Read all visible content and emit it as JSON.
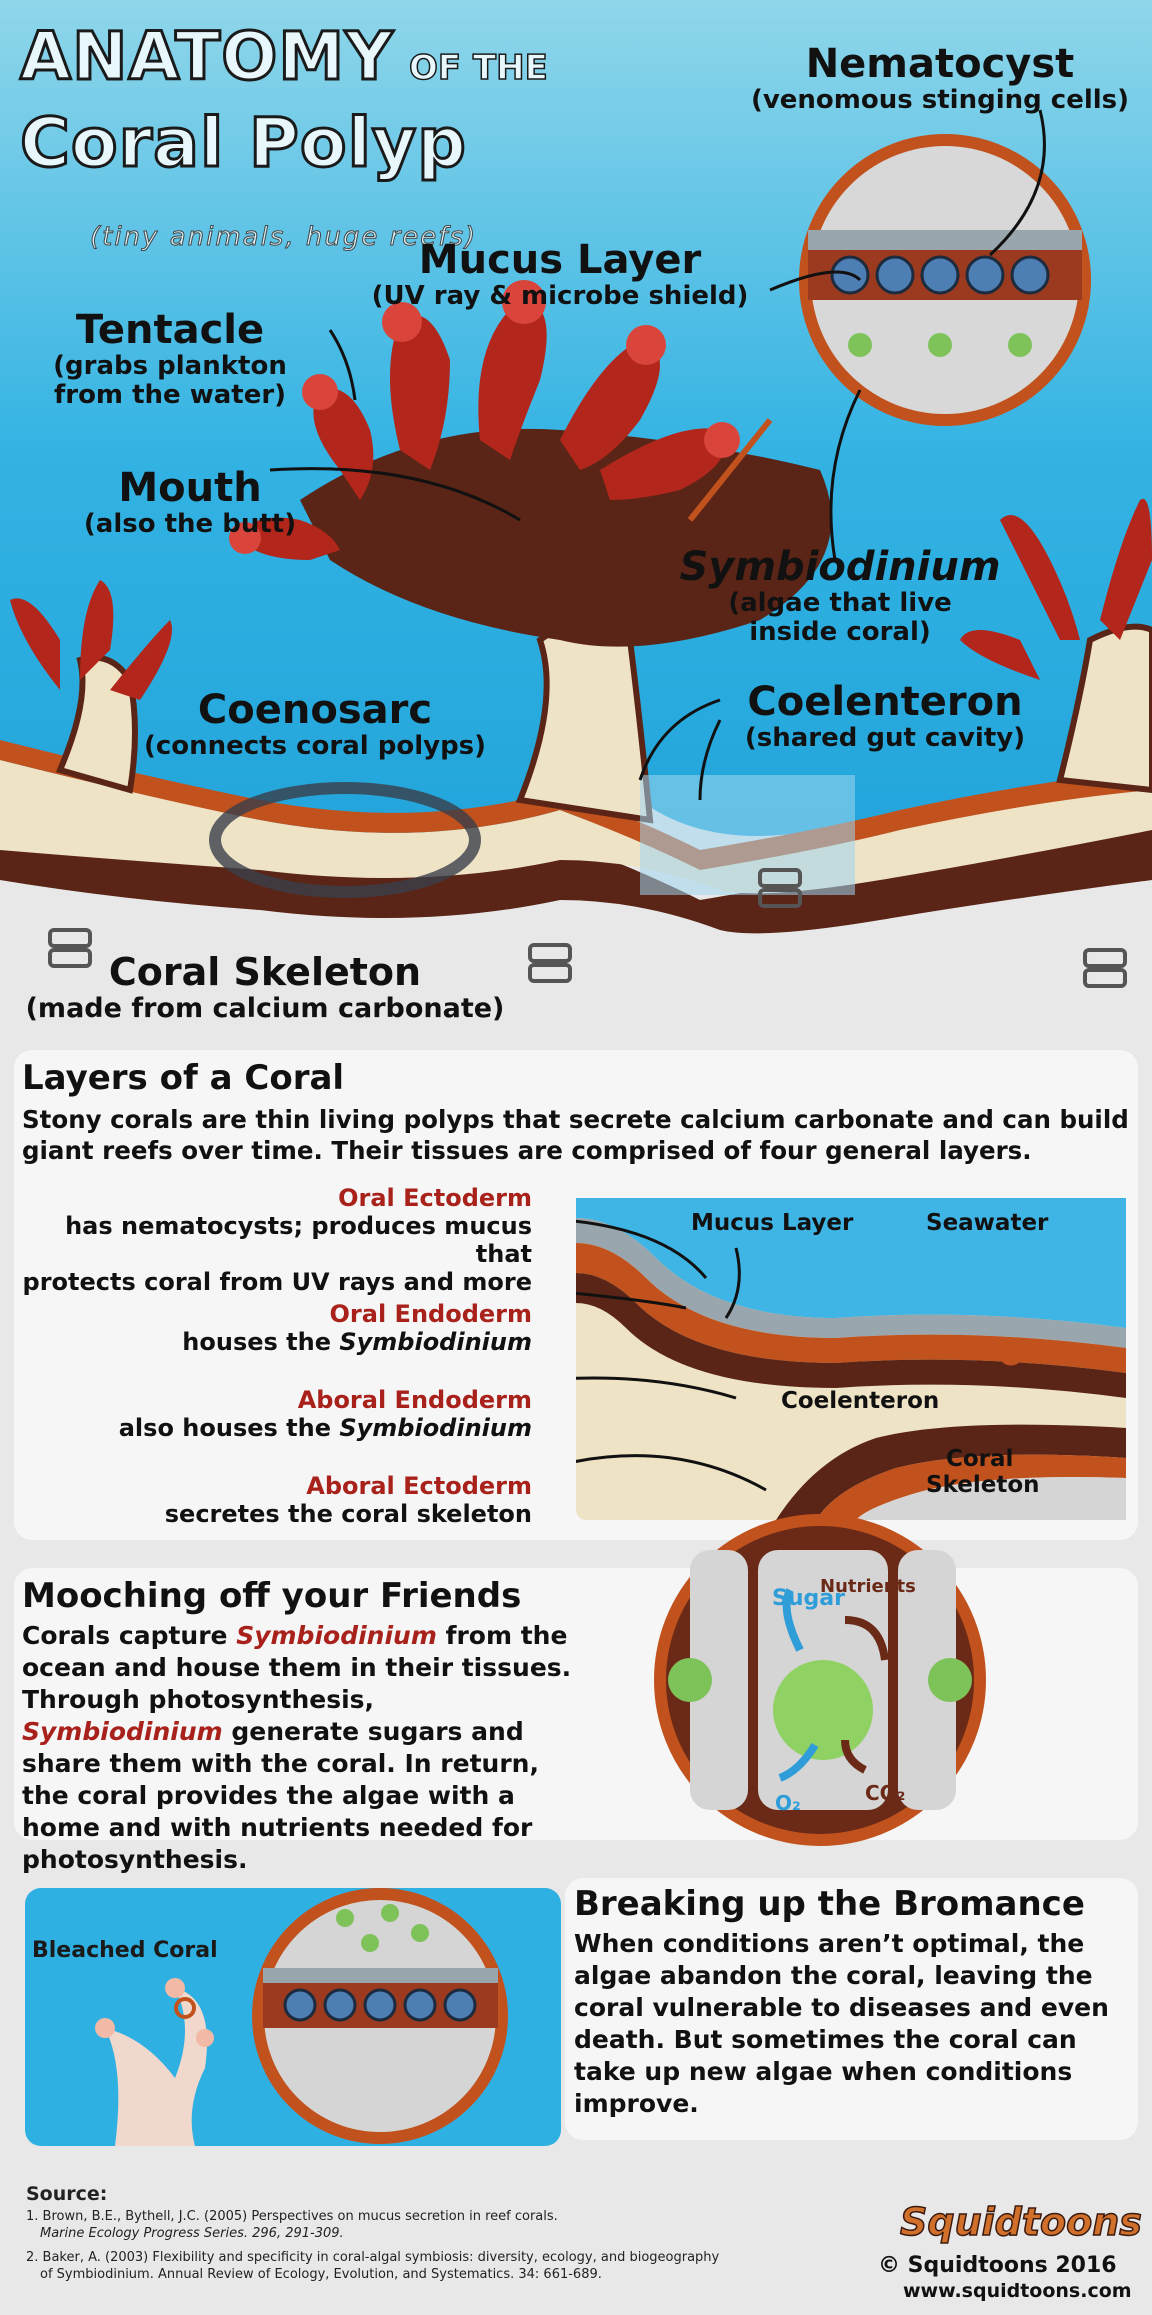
{
  "header": {
    "title_main": "ANATOMY",
    "title_of": "OF THE",
    "title_line2": "Coral Polyp",
    "subtitle": "(tiny animals, huge reefs)"
  },
  "labels": {
    "nematocyst": {
      "title": "Nematocyst",
      "desc": "(venomous stinging cells)"
    },
    "mucus": {
      "title": "Mucus Layer",
      "desc": "(UV ray & microbe shield)"
    },
    "tentacle": {
      "title": "Tentacle",
      "desc1": "(grabs plankton",
      "desc2": "from the water)"
    },
    "mouth": {
      "title": "Mouth",
      "desc": "(also the butt)"
    },
    "symbio": {
      "title": "Symbiodinium",
      "desc1": "(algae that live",
      "desc2": "inside coral)"
    },
    "coenosarc": {
      "title": "Coenosarc",
      "desc": "(connects coral polyps)"
    },
    "coelenteron": {
      "title": "Coelenteron",
      "desc": "(shared gut cavity)"
    },
    "skeleton": {
      "title": "Coral Skeleton",
      "desc": "(made from calcium carbonate)"
    }
  },
  "layers_panel": {
    "title": "Layers of a Coral",
    "text": "Stony corals are thin living polyps that secrete calcium carbonate and can build giant reefs over time. Their tissues are comprised of four general layers.",
    "layers": [
      {
        "name": "Oral Ectoderm",
        "desc1": "has nematocysts; produces mucus that",
        "desc2": "protects coral from UV rays and more"
      },
      {
        "name": "Oral Endoderm",
        "desc_prefix": "houses the ",
        "desc_em": "Symbiodinium"
      },
      {
        "name": "Aboral Endoderm",
        "desc_prefix": "also houses the ",
        "desc_em": "Symbiodinium"
      },
      {
        "name": "Aboral Ectoderm",
        "desc1": "secretes the coral skeleton"
      }
    ],
    "diagram": {
      "mucus": "Mucus Layer",
      "seawater": "Seawater",
      "coelenteron": "Coelenteron",
      "skeleton1": "Coral",
      "skeleton2": "Skeleton"
    }
  },
  "mooching": {
    "title": "Mooching off your Friends",
    "t1": "Corals capture ",
    "t1_em": "Symbiodinium",
    "t2": " from the ocean and house them in their tissues. Through photosynthesis, ",
    "t2_em": "Symbiodinium",
    "t3": " generate sugars and share them with the coral. In return, the coral provides the algae with a home and with nutrients needed for photosynthesis.",
    "diagram": {
      "sugar": "Sugar",
      "nutrients": "Nutrients",
      "o2": "O₂",
      "co2": "CO₂"
    }
  },
  "bromance": {
    "title": "Breaking up the Bromance",
    "text": "When conditions aren’t optimal, the algae abandon the coral, leaving the coral vulnerable to diseases and even death. But sometimes the coral can take up new algae when conditions improve.",
    "bleached": "Bleached Coral"
  },
  "sources": {
    "heading": "Source:",
    "s1": "1. Brown, B.E., Bythell, J.C. (2005) Perspectives on mucus secretion in reef corals.",
    "s1_j": "Marine Ecology Progress Series. 296, 291-309.",
    "s2": "2. Baker, A. (2003) Flexibility and specificity in coral-algal symbiosis: diversity, ecology, and biogeography",
    "s2_j": "of Symbiodinium. Annual Review of Ecology, Evolution, and Systematics. 34: 661-689."
  },
  "credits": {
    "logo": "Squidtoons",
    "copyright": "© Squidtoons 2016",
    "url": "www.squidtoons.com"
  },
  "colors": {
    "coral_red": "#b3261b",
    "coral_dark": "#6b2a17",
    "ocean": "#2fb0e2",
    "skeleton": "#efe3c6",
    "orange_ring": "#c2521d"
  }
}
